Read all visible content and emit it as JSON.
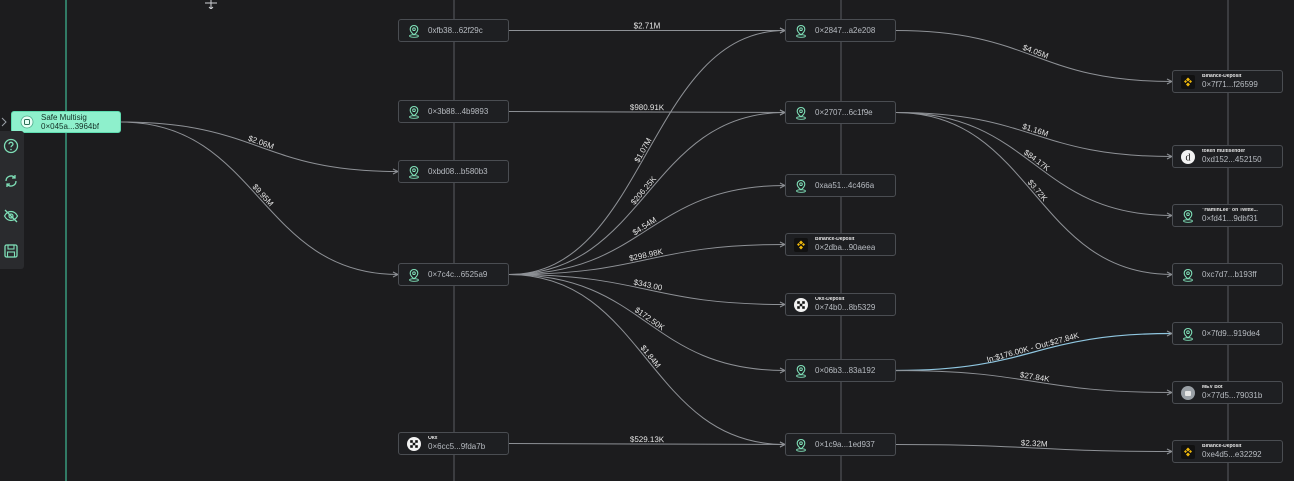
{
  "colors": {
    "background": "#1c1c1e",
    "node_bg": "#1e1f22",
    "node_border": "#4a4d52",
    "edge": "#8e9196",
    "highlight_edge": "#8fc6e0",
    "accent": "#8ef0cc",
    "binance": "#f0b90b"
  },
  "root": {
    "label": "Safe Multisig",
    "address": "0×045a...3964bf",
    "icon": "safe-icon"
  },
  "nodes": [
    {
      "id": "n1",
      "label": "",
      "address": "0xfb38...62f29c",
      "icon": "location-pin-icon"
    },
    {
      "id": "n2",
      "label": "",
      "address": "0×3b88...4b9893",
      "icon": "location-pin-icon"
    },
    {
      "id": "n3",
      "label": "",
      "address": "0xbd08...b580b3",
      "icon": "location-pin-icon"
    },
    {
      "id": "n4",
      "label": "",
      "address": "0×7c4c...6525a9",
      "icon": "location-pin-icon"
    },
    {
      "id": "n5",
      "label": "Okx",
      "address": "0×6cc5...9fda7b",
      "icon": "okx-icon"
    },
    {
      "id": "m1",
      "label": "",
      "address": "0×2847...a2e208",
      "icon": "location-pin-icon"
    },
    {
      "id": "m2",
      "label": "",
      "address": "0×2707...6c1f9e",
      "icon": "location-pin-icon"
    },
    {
      "id": "m3",
      "label": "",
      "address": "0xaa51...4c466a",
      "icon": "location-pin-icon"
    },
    {
      "id": "m4",
      "label": "Binance-Deposit",
      "address": "0×2dba...90aeea",
      "icon": "binance-icon"
    },
    {
      "id": "m5",
      "label": "Okx-Deposit",
      "address": "0×74b0...8b5329",
      "icon": "okx-icon"
    },
    {
      "id": "m6",
      "label": "",
      "address": "0×06b3...83a192",
      "icon": "location-pin-icon"
    },
    {
      "id": "m7",
      "label": "",
      "address": "0×1c9a...1ed937",
      "icon": "location-pin-icon"
    },
    {
      "id": "r1",
      "label": "Binance-Deposit",
      "address": "0×7f71...f26599",
      "icon": "binance-icon"
    },
    {
      "id": "r2",
      "label": "token multisender",
      "address": "0xd152...452150",
      "icon": "disperse-icon"
    },
    {
      "id": "r3",
      "label": "\"HaminLee\" on Twitte...",
      "address": "0×fd41...9dbf31",
      "icon": "location-pin-icon"
    },
    {
      "id": "r4",
      "label": "",
      "address": "0xc7d7...b193ff",
      "icon": "location-pin-icon"
    },
    {
      "id": "r5",
      "label": "",
      "address": "0×7fd9...919de4",
      "icon": "location-pin-icon"
    },
    {
      "id": "r6",
      "label": "MEV Bot",
      "address": "0×77d5...79031b",
      "icon": "bot-icon"
    },
    {
      "id": "r7",
      "label": "Binance-Deposit",
      "address": "0xe4d5...e32292",
      "icon": "binance-icon"
    }
  ],
  "edges": [
    {
      "from": "root",
      "to": "n3",
      "label": "$2.06M"
    },
    {
      "from": "root",
      "to": "n4",
      "label": "$9.95M"
    },
    {
      "from": "n1",
      "to": "m1",
      "label": "$2.71M"
    },
    {
      "from": "n2",
      "to": "m2",
      "label": "$980.91K"
    },
    {
      "from": "n4",
      "to": "m1",
      "label": "$1.07M"
    },
    {
      "from": "n4",
      "to": "m2",
      "label": "$206.25K"
    },
    {
      "from": "n4",
      "to": "m3",
      "label": "$4.54M"
    },
    {
      "from": "n4",
      "to": "m4",
      "label": "$298.98K"
    },
    {
      "from": "n4",
      "to": "m5",
      "label": "$343.00"
    },
    {
      "from": "n4",
      "to": "m6",
      "label": "$172.50K"
    },
    {
      "from": "n4",
      "to": "m7",
      "label": "$1.84M"
    },
    {
      "from": "n5",
      "to": "m7",
      "label": "$529.13K"
    },
    {
      "from": "m1",
      "to": "r1",
      "label": "$4.05M"
    },
    {
      "from": "m2",
      "to": "r2",
      "label": "$1.16M"
    },
    {
      "from": "m2",
      "to": "r3",
      "label": "$84.17K"
    },
    {
      "from": "m2",
      "to": "r4",
      "label": "$3.72K"
    },
    {
      "from": "m6",
      "to": "r5",
      "label": "In:$176.00K - Out:$27.84K",
      "highlight": true
    },
    {
      "from": "m6",
      "to": "r6",
      "label": "$27.84K"
    },
    {
      "from": "m7",
      "to": "r7",
      "label": "$2.32M"
    }
  ],
  "toolbar": [
    {
      "name": "help-button",
      "icon": "help-icon"
    },
    {
      "name": "refresh-button",
      "icon": "refresh-icon"
    },
    {
      "name": "hide-button",
      "icon": "eye-off-icon"
    },
    {
      "name": "save-button",
      "icon": "save-icon"
    }
  ]
}
